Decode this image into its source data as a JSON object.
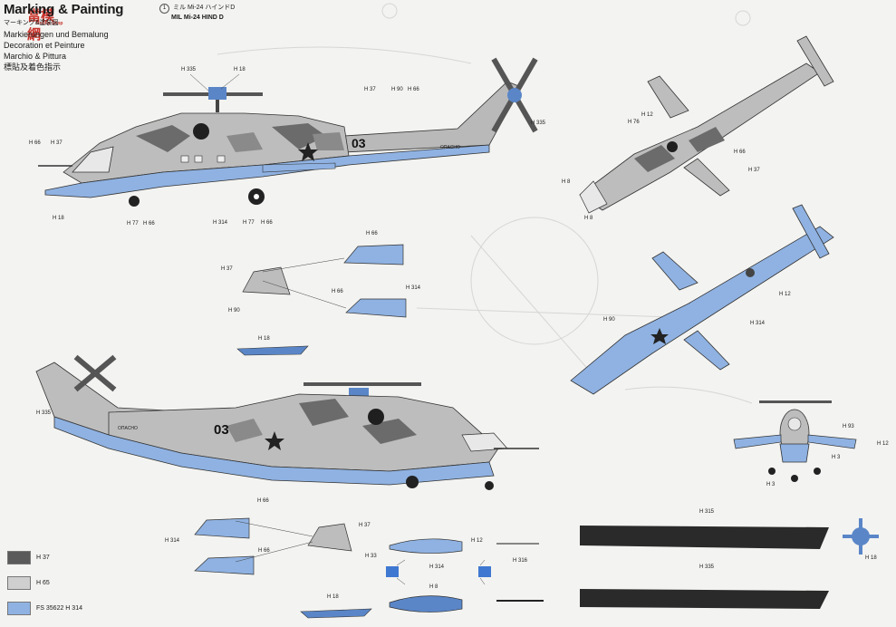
{
  "header": {
    "title": "Marking & Painting",
    "subtitle_ja": "マーキング&塗装図",
    "lines": [
      "Markierungen und Bemalung",
      "Decoration et Peinture",
      "Marchio & Pittura",
      "標貼及着色指示"
    ]
  },
  "watermark": {
    "text": "當模網",
    "small": "Hobby Shop"
  },
  "kit": {
    "number": "1",
    "name_ja": "ミル Mi-24 ハインドD",
    "name_en": "MIL Mi-24 HIND D"
  },
  "aircraft": {
    "tail_number": "03",
    "tail_text": "OПACHO"
  },
  "legend": [
    {
      "code": "H 37",
      "color": "#5a5a5a"
    },
    {
      "code": "H 65",
      "color": "#cfcfcf"
    },
    {
      "code": "FS 35622 H 314",
      "color": "#8fb2e2"
    }
  ],
  "callouts": {
    "top_left": [
      "H 335",
      "H 18",
      "H 66",
      "H 37",
      "H 37",
      "H 90",
      "H 66",
      "H 18",
      "H 77",
      "H 66",
      "H 314",
      "H 77",
      "H 66"
    ],
    "top_right_sidebar": [
      "H 335"
    ],
    "detail_top": [
      "H 66",
      "H 37",
      "H 66",
      "H 314",
      "H 90",
      "H 18"
    ],
    "right_top_view": [
      "H 76",
      "H 12",
      "H 66",
      "H 37",
      "H 8",
      "H 8"
    ],
    "right_bottom_view": [
      "H 12",
      "H 90",
      "H 314"
    ],
    "front_view": [
      "H 93",
      "H 12",
      "H 3",
      "H 3"
    ],
    "bottom_left": [
      "H 335",
      "H 66",
      "H 37",
      "H 314",
      "H 66",
      "H 33",
      "H 12",
      "H 314",
      "H 316",
      "H 8",
      "H 18"
    ],
    "rotor": [
      "H 315",
      "H 335",
      "H 18"
    ]
  }
}
